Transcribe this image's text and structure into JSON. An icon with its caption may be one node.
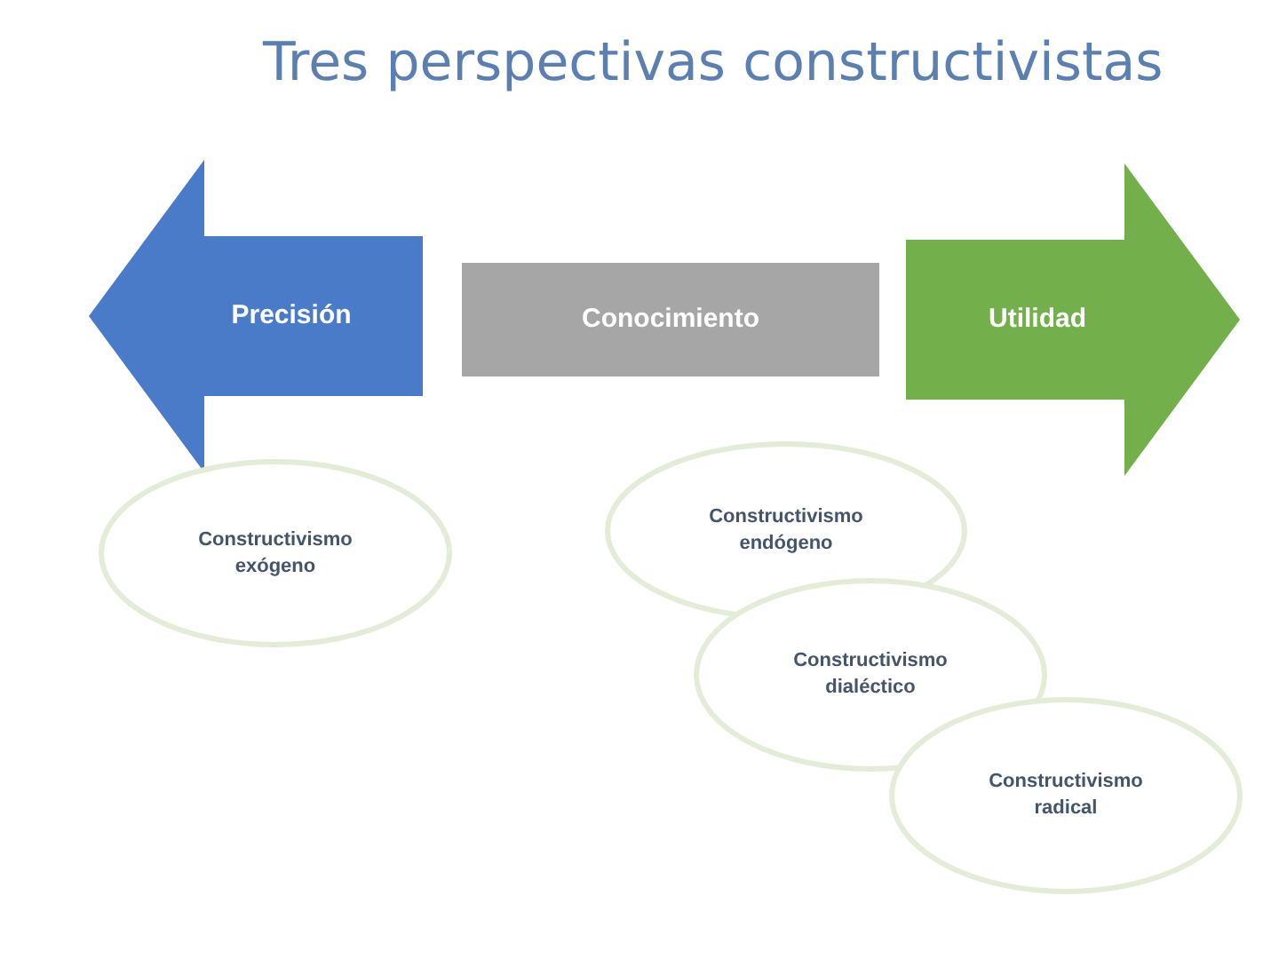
{
  "diagram": {
    "title": "Tres perspectivas constructivistas",
    "nodes": [
      {
        "text": [
          "Precisión"
        ]
      },
      {
        "text": [
          "Conocimiento"
        ]
      },
      {
        "text": [
          "Utilidad"
        ]
      },
      {
        "text": [
          "Constructivismo exógeno"
        ]
      },
      {
        "text": [
          "Constructivismo endógeno"
        ]
      },
      {
        "text": [
          "Constructivismo dialéctico"
        ]
      },
      {
        "text": [
          "Constructivismo radical"
        ]
      }
    ]
  }
}
